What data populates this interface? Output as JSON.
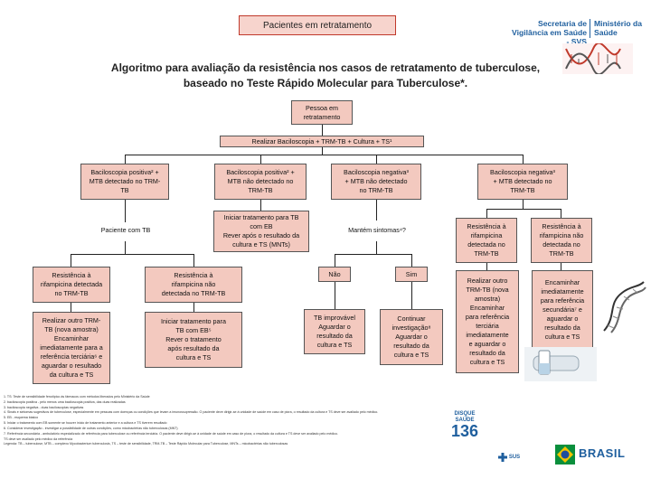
{
  "header": {
    "tag": "Pacientes em retratamento",
    "secretaria": "Secretaria de Vigilância em Saúde - SVS",
    "ministerio": "Ministério da Saúde"
  },
  "title": {
    "line1": "Algoritmo para avaliação da resistência nos casos de retratamento de tuberculose,",
    "line2": "baseado no Teste Rápido Molecular para Tuberculose*."
  },
  "nodes": {
    "start": "Pessoa em\nretratamento",
    "exams": "Realizar Baciloscopia + TRM-TB + Cultura + TS¹",
    "b1": "Baciloscopia positiva² +\nMTB detectado no TRM-\nTB",
    "b2": "Baciloscopia positiva² +\nMTB não detectado no\nTRM-TB",
    "b3": "Baciloscopia negativa³\n+ MTB não detectado\nno TRM-TB",
    "b4": "Baciloscopia negativa³\n+ MTB detectado no\nTRM-TB",
    "b1_next": "Paciente com TB",
    "b2_next": "Iniciar tratamento para TB\ncom EB\nRever após o resultado da\ncultura e TS (MNTs)",
    "b3_next": "Mantém sintomas⁴?",
    "b4_r_det": "Resistência à\nrifampicina\ndetectada no\nTRM-TB",
    "b4_r_nodet": "Resistência à\nrifampicina não\ndetectada no\nTRM-TB",
    "r_det": "Resistência à\nrifampicina detectada\nno TRM-TB",
    "r_nodet": "Resistência à\nrifampicina não\ndetectada no TRM-TB",
    "nao": "Não",
    "sim": "Sim",
    "r_det_action": "Realizar outro TRM-\nTB (nova amostra)\nEncaminhar\nimediatamente para a\nreferência terciária⁶ e\naguardar o resultado\nda cultura e TS",
    "r_nodet_action": "Iniciar tratamento para\nTB com EB⁵\nRever o tratamento\napós resultado da\ncultura e TS",
    "nao_action": "TB improvável\nAguardar o\nresultado da\ncultura e TS",
    "sim_action": "Continuar\ninvestigação⁸\nAguardar o\nresultado da\ncultura e TS",
    "b4_det_action": "Realizar outro\nTRM-TB (nova\namostra)\nEncaminhar\npara referência\nterciária\nimediatamente\ne aguardar o\nresultado da\ncultura e TS",
    "b4_nodet_action": "Encaminhar\nimediatamente\npara referência\nsecundária⁷ e\naguardar o\nresultado da\ncultura e TS"
  },
  "footnotes": [
    "1. TS: Teste de sensibilidade fenotípico às fármacos com métodos liberados pelo Ministério da Saúde",
    "2. baciloscopia positiva - pelo menos uma baciloscopia positiva, das duas realizadas",
    "3. baciloscopia negativa - duas baciloscopias negativas",
    "4. Sinais e sintomas sugestivos de tuberculose, especialmente em pessoas com doenças ou condições que levam a imunossupressão. O paciente deve dirigir-se à unidade de saúde em caso de piora, o resultado da cultura e TS deve ser avaliado pelo médico.",
    "5. EB - esquema básico",
    "5. Iniciar o tratamento com EB somente se houver início de tratamento anterior e a cultura e TS tiverem resultado",
    "6. Considerar investigação - investigar a possibilidade de outras condições, como micobactérias não tuberculosas (MNT)",
    "7. Referência secundária - ambulatório especializado de referência para tuberculose ou referência terciária. O paciente deve dirigir-se à unidade de saúde em caso de piora, o resultado da cultura e TS deve ser avaliado pelo médico.",
    "TS deve ser avaliado pelo médico da referência",
    "Legenda: TB – tuberculose, MTB – complexo Mycobacterium tuberculosis, TS – teste de sensibilidade, TRM-TB – Teste Rápido Molecular para Tuberculose, MNTs – micobactérias não tuberculosas"
  ],
  "colors": {
    "box_fill": "#f3c9bf",
    "box_border": "#555555",
    "accent_red": "#c0392b",
    "brand_blue": "#1f5f9e"
  },
  "icons": [
    "dna-logo-icon",
    "test-tube-icon",
    "disque-saude-logo",
    "sus-logo",
    "brasil-government-logo"
  ],
  "disque": {
    "label": "DISQUE\nSAÚDE",
    "number": "136"
  },
  "brasil": {
    "label": "BRASIL"
  },
  "sus": {
    "label": "SUS"
  }
}
